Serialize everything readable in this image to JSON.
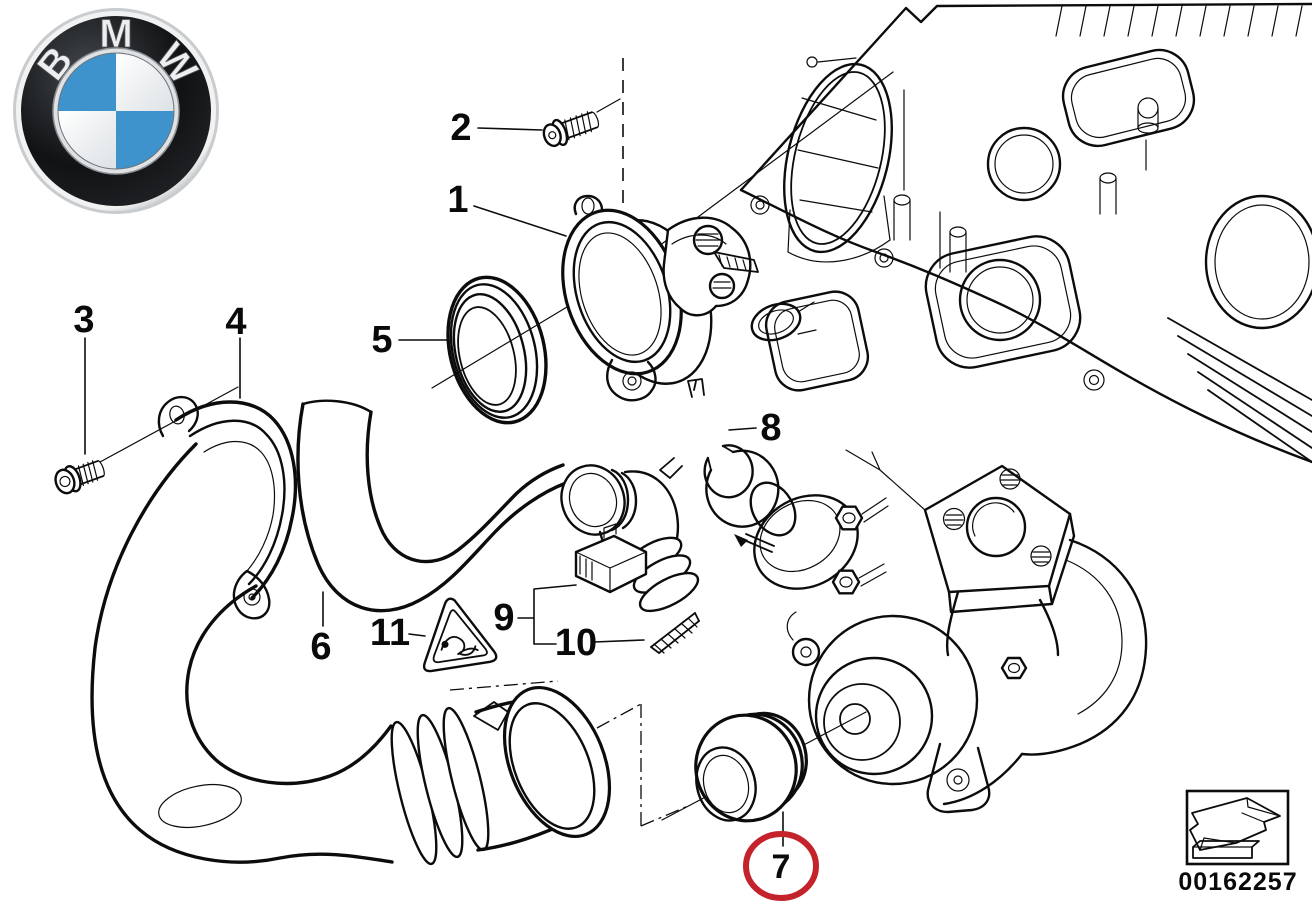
{
  "logo": {
    "letters": [
      "B",
      "M",
      "W"
    ],
    "brand_blue": "#3f93cd"
  },
  "diagram": {
    "callouts": [
      {
        "label": "1"
      },
      {
        "label": "2"
      },
      {
        "label": "3"
      },
      {
        "label": "4"
      },
      {
        "label": "5"
      },
      {
        "label": "6"
      },
      {
        "label": "7",
        "highlighted": true
      },
      {
        "label": "8"
      },
      {
        "label": "9"
      },
      {
        "label": "10"
      },
      {
        "label": "11"
      }
    ],
    "highlighted_callout": "7",
    "highlight_color": "#c4232b",
    "line_color": "#0c0c0c",
    "icons": {
      "warning_symbol": "hazard-snake-triangle-icon",
      "stamp_symbol": "direction-arrow-icon",
      "logo_symbol": "bmw-roundel-icon"
    }
  },
  "stamp": {
    "image_number": "00162257"
  }
}
